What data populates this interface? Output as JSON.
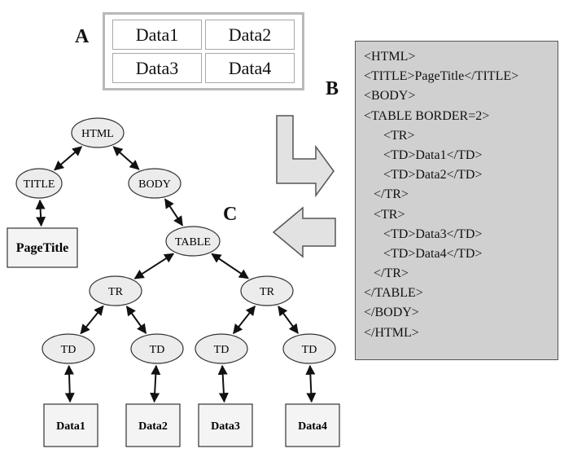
{
  "labels": {
    "a": "A",
    "b": "B",
    "c": "C"
  },
  "rendered_table": {
    "cells": [
      "Data1",
      "Data2",
      "Data3",
      "Data4"
    ]
  },
  "source_code": {
    "lines": [
      {
        "indent": 0,
        "text": "<HTML>"
      },
      {
        "indent": 0,
        "text": "<TITLE>PageTitle</TITLE>"
      },
      {
        "indent": 0,
        "text": "<BODY>"
      },
      {
        "indent": 0,
        "text": "<TABLE BORDER=2>"
      },
      {
        "indent": 2,
        "text": "<TR>"
      },
      {
        "indent": 2,
        "text": "<TD>Data1</TD>"
      },
      {
        "indent": 2,
        "text": "<TD>Data2</TD>"
      },
      {
        "indent": 1,
        "text": "</TR>"
      },
      {
        "indent": 1,
        "text": "<TR>"
      },
      {
        "indent": 2,
        "text": "<TD>Data3</TD>"
      },
      {
        "indent": 2,
        "text": "<TD>Data4</TD>"
      },
      {
        "indent": 1,
        "text": "</TR>"
      },
      {
        "indent": 0,
        "text": "</TABLE>"
      },
      {
        "indent": 0,
        "text": "</BODY>"
      },
      {
        "indent": 0,
        "text": "</HTML>"
      }
    ]
  },
  "dom_tree": {
    "nodes": {
      "html": "HTML",
      "title": "TITLE",
      "body": "BODY",
      "table": "TABLE",
      "tr1": "TR",
      "tr2": "TR",
      "td1": "TD",
      "td2": "TD",
      "td3": "TD",
      "td4": "TD",
      "pagetitle": "PageTitle",
      "data1": "Data1",
      "data2": "Data2",
      "data3": "Data3",
      "data4": "Data4"
    },
    "edges": [
      [
        "html",
        "title"
      ],
      [
        "html",
        "body"
      ],
      [
        "title",
        "pagetitle"
      ],
      [
        "body",
        "table"
      ],
      [
        "table",
        "tr1"
      ],
      [
        "table",
        "tr2"
      ],
      [
        "tr1",
        "td1"
      ],
      [
        "tr1",
        "td2"
      ],
      [
        "tr2",
        "td3"
      ],
      [
        "tr2",
        "td4"
      ],
      [
        "td1",
        "data1"
      ],
      [
        "td2",
        "data2"
      ],
      [
        "td3",
        "data3"
      ],
      [
        "td4",
        "data4"
      ]
    ]
  },
  "colors": {
    "node_fill": "#ececec",
    "arrow_fill": "#e2e2e2",
    "panel_fill": "#d0d0d0",
    "stroke": "#111111"
  }
}
